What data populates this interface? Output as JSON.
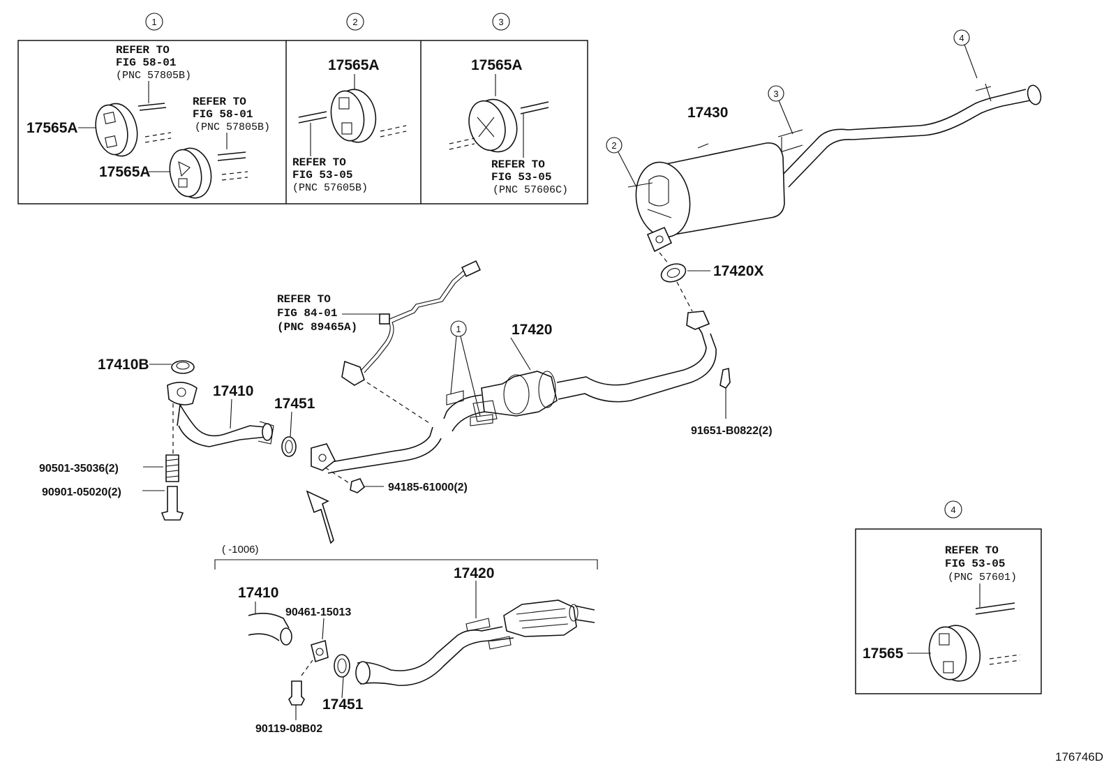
{
  "inset1": {
    "number": "1",
    "part_a": "17565A",
    "part_b": "17565A",
    "ref_top": [
      "REFER TO",
      "FIG 58-01",
      "(PNC 57805B)"
    ],
    "ref_mid": [
      "REFER TO",
      "FIG 58-01",
      "(PNC 57805B)"
    ]
  },
  "inset2": {
    "number": "2",
    "part": "17565A",
    "ref": [
      "REFER TO",
      "FIG 53-05",
      "(PNC 57605B)"
    ]
  },
  "inset3": {
    "number": "3",
    "part": "17565A",
    "ref": [
      "REFER TO",
      "FIG 53-05",
      "(PNC 57606C)"
    ]
  },
  "inset4": {
    "number": "4",
    "part": "17565",
    "ref": [
      "REFER TO",
      "FIG 53-05",
      "(PNC 57601)"
    ]
  },
  "main": {
    "muffler": "17430",
    "gasket_rear": "17420X",
    "center_pipe": "17420",
    "bolt_rear": "91651-B0822(2)",
    "sensor_ref": [
      "REFER TO",
      "FIG 84-01",
      "(PNC 89465A)"
    ],
    "gasket_front": "17410B",
    "front_pipe": "17410",
    "ring": "17451",
    "spring": "90501-35036(2)",
    "bolt_front": "90901-05020(2)",
    "nut": "94185-61000(2)",
    "hanger_circle": "1",
    "callout_2": "2",
    "callout_3": "3",
    "callout_4": "4"
  },
  "variant": {
    "range": "(     -1006)",
    "front_pipe": "17410",
    "center_pipe": "17420",
    "gasket": "90461-15013",
    "ring": "17451",
    "bolt": "90119-08B02"
  },
  "figure_id": "176746D"
}
